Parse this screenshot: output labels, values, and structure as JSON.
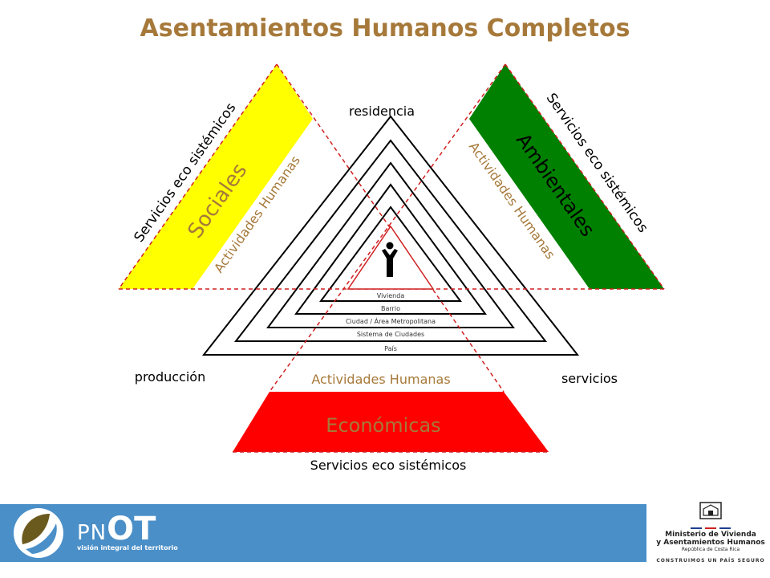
{
  "title": "Asentamientos Humanos Completos",
  "corner_labels": {
    "top": "residencia",
    "left": "producción",
    "right": "servicios"
  },
  "social": {
    "name": "Sociales",
    "actividades": "Actividades Humanas",
    "servicios": "Servicios eco sistémicos",
    "color": "#ffff00"
  },
  "ambiental": {
    "name": "Ambientales",
    "actividades": "Actividades Humanas",
    "servicios": "Servicios eco sistémicos",
    "color": "#008000"
  },
  "economica": {
    "name": "Económicas",
    "actividades": "Actividades Humanas",
    "servicios": "Servicios eco sistémicos",
    "color": "#ff0000"
  },
  "levels": [
    "País",
    "Sistema de Ciudades",
    "Ciudad / Área Metropolitana",
    "Barrio",
    "Vivienda"
  ],
  "icons": {
    "center": "person-icon",
    "pnot_logo": "pnot-leaf-logo-icon",
    "ministry_logo": "ministry-emblem-icon"
  },
  "footer": {
    "pn": "PN",
    "ot": "OT",
    "subtitle": "visión integral del territorio",
    "band_color": "#4a8fc8"
  },
  "ministry": {
    "name_line1": "Ministerio de Vivienda",
    "name_line2": "y Asentamientos Humanos",
    "country": "República de Costa Rica",
    "slogan": "CONSTRUIMOS UN PAÍS SEGURO"
  }
}
